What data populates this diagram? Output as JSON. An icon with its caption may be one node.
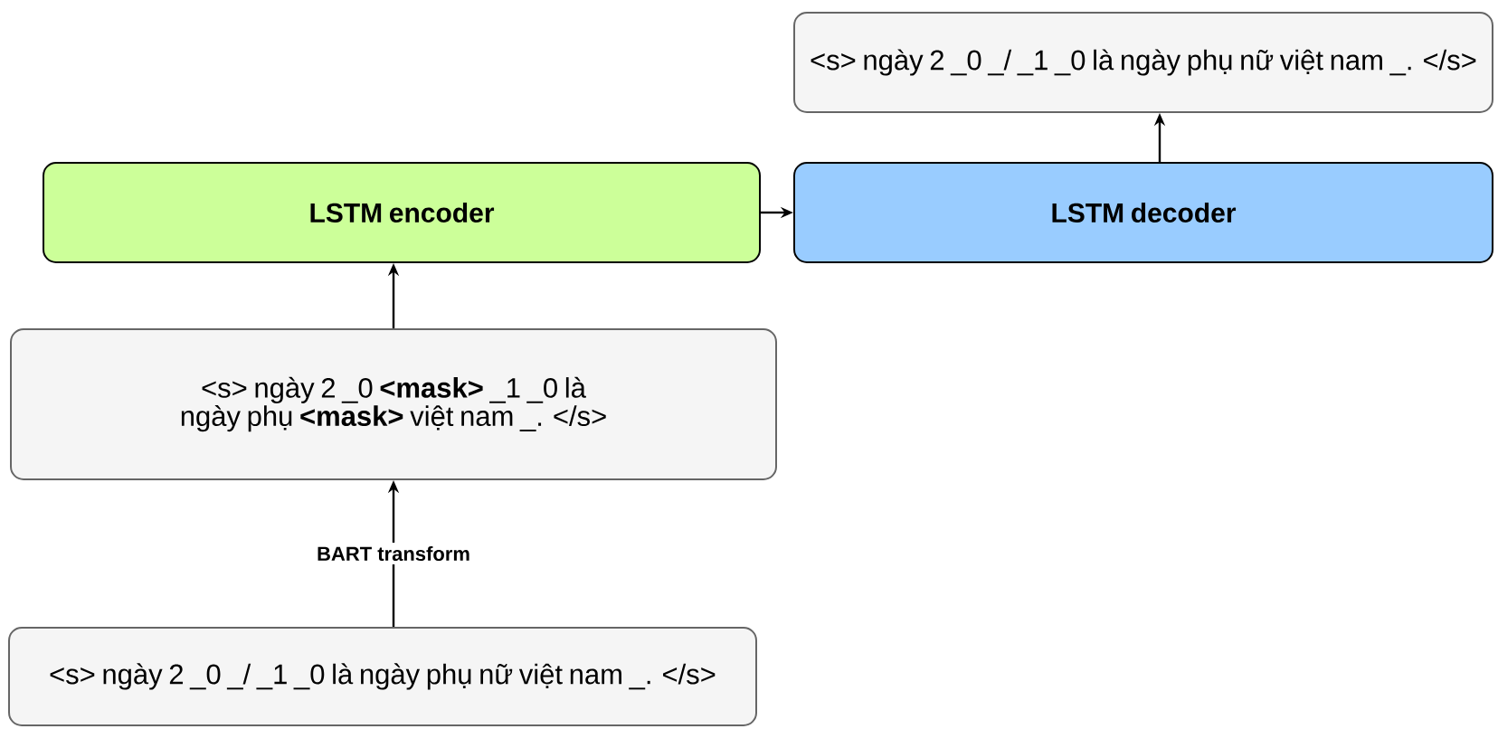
{
  "diagram": {
    "nodes": [
      {
        "text": [
          "<s> ngày 2 _0 _/ _1 _0 là ngày phụ nữ việt nam _. </s>"
        ]
      },
      {
        "text": [
          "LSTM encoder"
        ]
      },
      {
        "text": [
          "LSTM decoder"
        ]
      },
      {
        "text": [
          "<s> ngày 2 _0 **<mask>** _1 _0 là ngày phụ **<mask>** việt nam _. </s>"
        ]
      },
      {
        "text": [
          "<s> ngày 2 _0 _/ _1 _0 là ngày phụ nữ việt nam _. </s>"
        ]
      }
    ],
    "edges": [
      {
        "from": 4,
        "to": 3,
        "arrow": "to",
        "label": "BART transform"
      },
      {
        "from": 3,
        "to": 1,
        "arrow": "to"
      },
      {
        "from": 1,
        "to": 2,
        "arrow": "to"
      },
      {
        "from": 2,
        "to": 0,
        "arrow": "to"
      }
    ]
  }
}
